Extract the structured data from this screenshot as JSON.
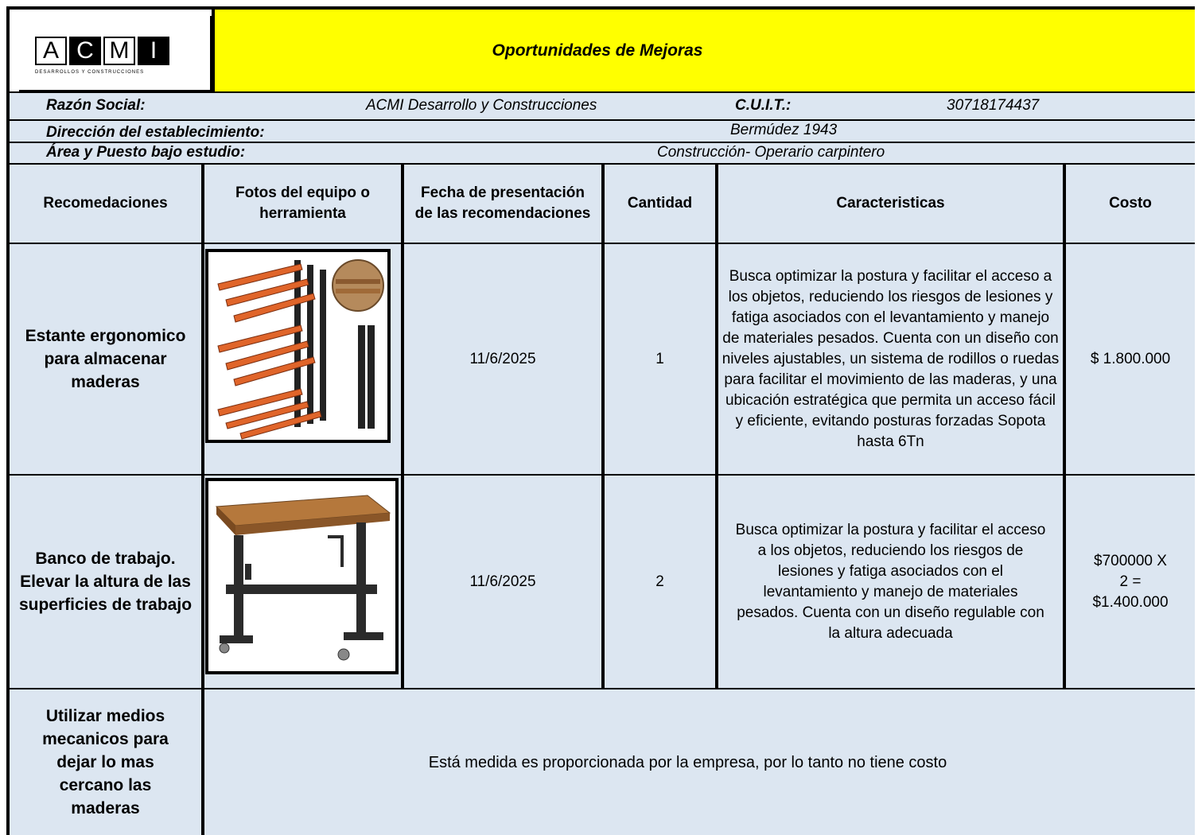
{
  "header": {
    "title": "Oportunidades de Mejoras",
    "logo": {
      "letters": [
        "A",
        "C",
        "M",
        "I"
      ],
      "tagline": "DESARROLLOS Y CONSTRUCCIONES",
      "icon": "acmi-logo"
    }
  },
  "info": {
    "razon_label": "Razón Social:",
    "razon_value": "ACMI Desarrollo y Construcciones",
    "cuit_label": "C.U.I.T.:",
    "cuit_value": "30718174437",
    "direccion_label": "Dirección del establecimiento:",
    "direccion_value": "Bermúdez 1943",
    "area_label": "Área y Puesto bajo estudio:",
    "area_value": "Construcción- Operario carpintero"
  },
  "table": {
    "columns": [
      "Recomedaciones",
      "Fotos del equipo o herramienta",
      "Fecha de presentación de las recomendaciones",
      "Cantidad",
      "Caracteristicas",
      "Costo"
    ],
    "rows": [
      {
        "recomendacion": "Estante ergonomico para almacenar maderas",
        "photo_icon": "lumber-rack-photo",
        "fecha": "11/6/2025",
        "cantidad": "1",
        "caracteristicas": "Busca optimizar la postura y facilitar el acceso a los objetos, reduciendo los riesgos de lesiones y fatiga asociados con el levantamiento y manejo de materiales pesados. Cuenta con un diseño con niveles ajustables, un sistema de rodillos o ruedas para facilitar el movimiento de las maderas, y una ubicación estratégica que permita un acceso fácil y eficiente, evitando posturas forzadas Sopota hasta 6Tn",
        "costo": "$ 1.800.000"
      },
      {
        "recomendacion": "Banco de trabajo. Elevar la altura de las superficies de trabajo",
        "photo_icon": "workbench-photo",
        "fecha": "11/6/2025",
        "cantidad": "2",
        "caracteristicas": "Busca optimizar la postura y facilitar el acceso a los objetos, reduciendo los riesgos de lesiones y fatiga asociados con el levantamiento y manejo de materiales pesados. Cuenta con un diseño regulable con la altura adecuada",
        "costo": "$700000 X 2 = $1.400.000"
      },
      {
        "recomendacion": "Utilizar medios mecanicos para dejar lo mas cercano las maderas",
        "nota": "Está medida es proporcionada por la empresa, por lo tanto no tiene costo"
      }
    ]
  }
}
